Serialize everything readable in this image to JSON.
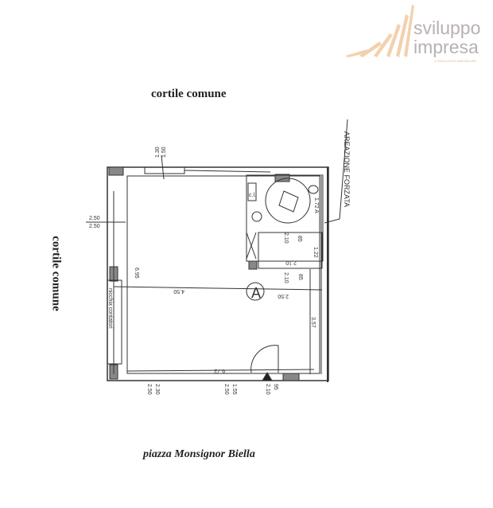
{
  "logo": {
    "line1": "sviluppo",
    "line2": "impresa",
    "tagline": "CONSULENZE IMMOBILIARI",
    "accent_color": "#f2c9a0",
    "text_color": "#b8b0b6"
  },
  "labels": {
    "top": "cortile comune",
    "left": "cortile comune",
    "bottom": "piazza  Monsignor Biella",
    "ventilation": "AREAZIONE FORZATA",
    "niche": "nicchia contatori",
    "room": "A",
    "storage": "c.l."
  },
  "dimensions": {
    "d_130": "1.30",
    "d_150": "1.50",
    "d_250a": "2.50",
    "d_250b": "2.50",
    "d_695": "6.95",
    "d_450": "4.50",
    "d_250c": "2.50",
    "d_357": "3.57",
    "d_672": "6.72",
    "d_230": "2.30",
    "d_250d": "2.50",
    "d_155": "1.55",
    "d_250e": "2.50",
    "d_95": "95",
    "d_210": "2.10",
    "d_172": "1.72 A",
    "d_210b": "2.10",
    "d_85": "85",
    "d_122": "1.22",
    "d_210c": "2.10",
    "d_210d": "2.10",
    "d_85b": "85"
  }
}
